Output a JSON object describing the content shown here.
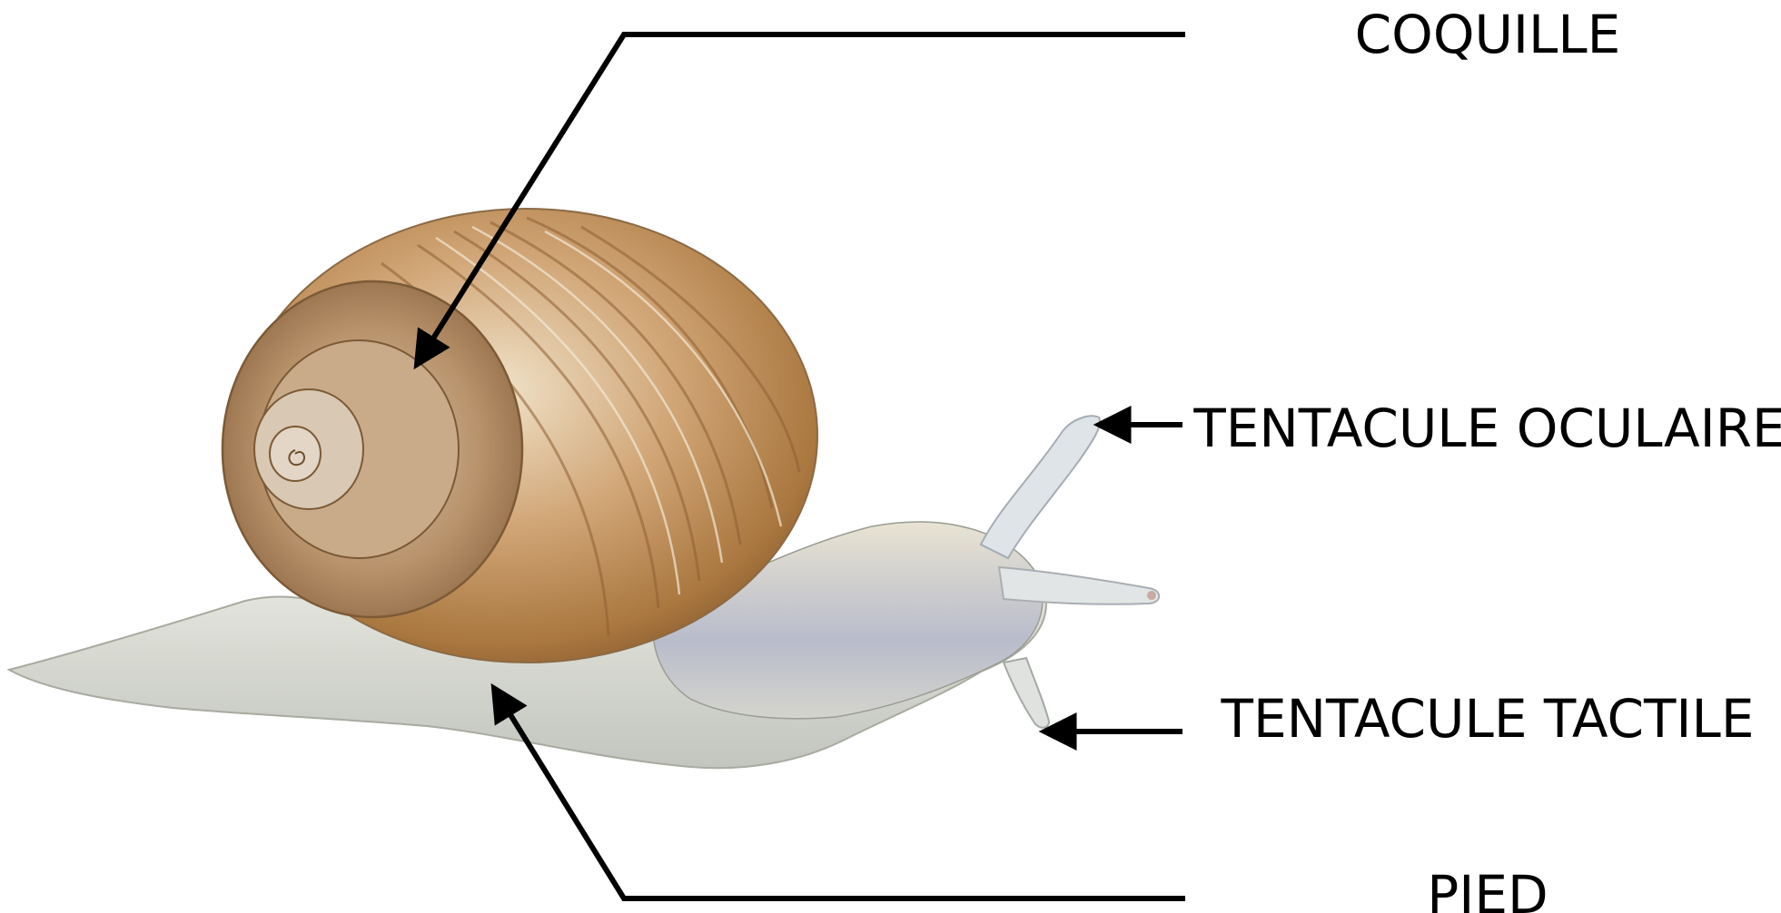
{
  "labels": {
    "shell": "COQUILLE",
    "eye_tentacle": "TENTACULE OCULAIRE",
    "touch_tentacle": "TENTACULE TACTILE",
    "foot": "PIED"
  },
  "colors": {
    "line": "#000000",
    "shell_light": "#e9d7b8",
    "shell_mid": "#c4986a",
    "shell_dark": "#8b5c34",
    "body_light": "#eceee6",
    "body_mid": "#cdd0c8",
    "body_shadow": "#9ea4b3"
  }
}
